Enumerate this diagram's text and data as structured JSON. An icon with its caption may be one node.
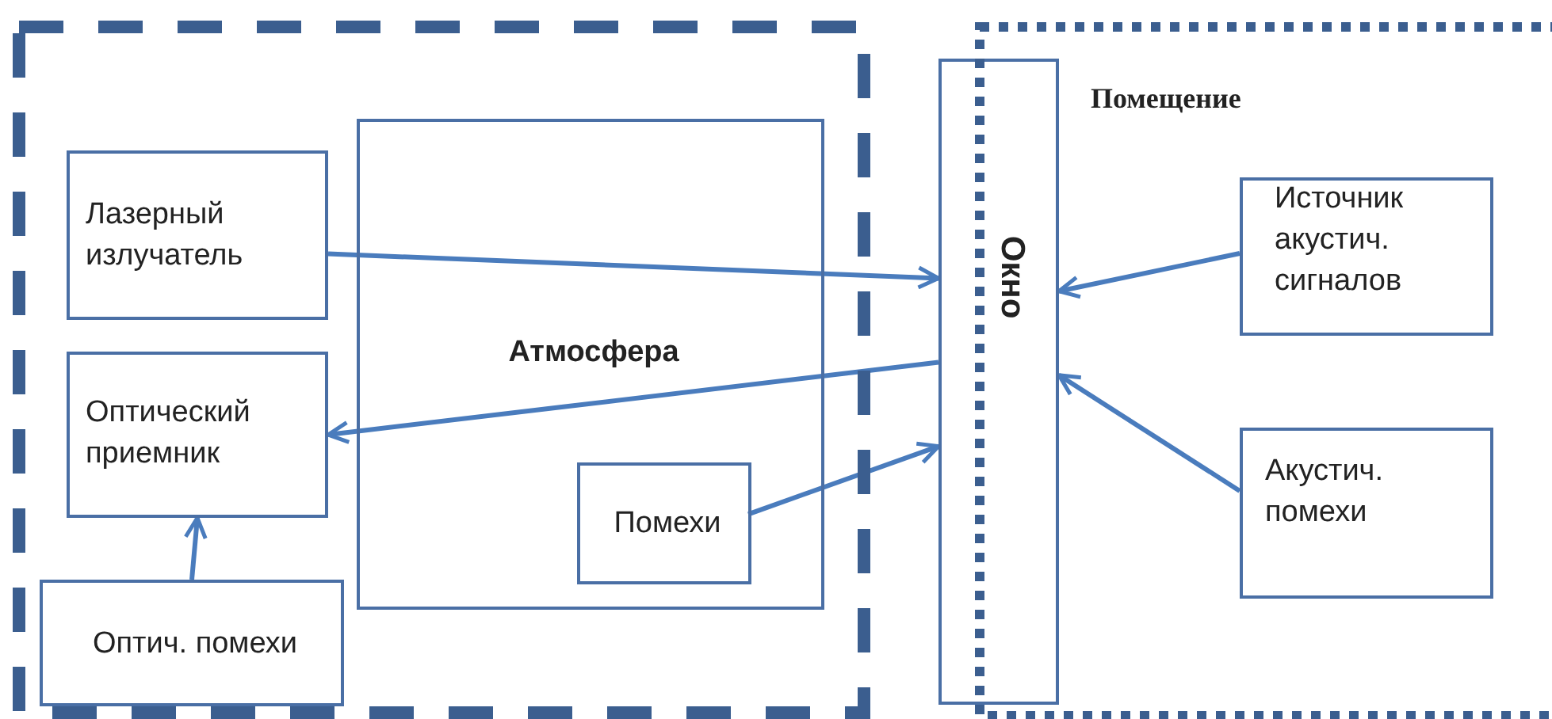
{
  "diagram": {
    "nodes": [
      {
        "text": [],
        "shape": "box"
      },
      {
        "text": [
          "Лазерный излучатель"
        ],
        "in": 0
      },
      {
        "text": [
          "Оптический приемник"
        ],
        "in": 0
      },
      {
        "text": [
          "Оптич. помехи"
        ],
        "in": 0
      },
      {
        "text": [
          "Атмосфера"
        ],
        "in": 0
      },
      {
        "text": [
          "Помехи"
        ],
        "in": 4
      },
      {
        "text": [
          "Окно"
        ]
      },
      {
        "text": [
          "Помещение"
        ]
      },
      {
        "text": [
          "Источник акустич. сигналов"
        ],
        "in": 7
      },
      {
        "text": [
          "Акустич. помехи"
        ],
        "in": 7
      }
    ],
    "edges": [
      {
        "from": 1,
        "to": 6,
        "arrow": "to"
      },
      {
        "from": 6,
        "to": 2,
        "arrow": "to"
      },
      {
        "from": 5,
        "to": 6,
        "arrow": "to"
      },
      {
        "from": 3,
        "to": 2,
        "arrow": "to"
      },
      {
        "from": 8,
        "to": 6,
        "arrow": "to"
      },
      {
        "from": 9,
        "to": 6,
        "arrow": "to"
      }
    ]
  }
}
